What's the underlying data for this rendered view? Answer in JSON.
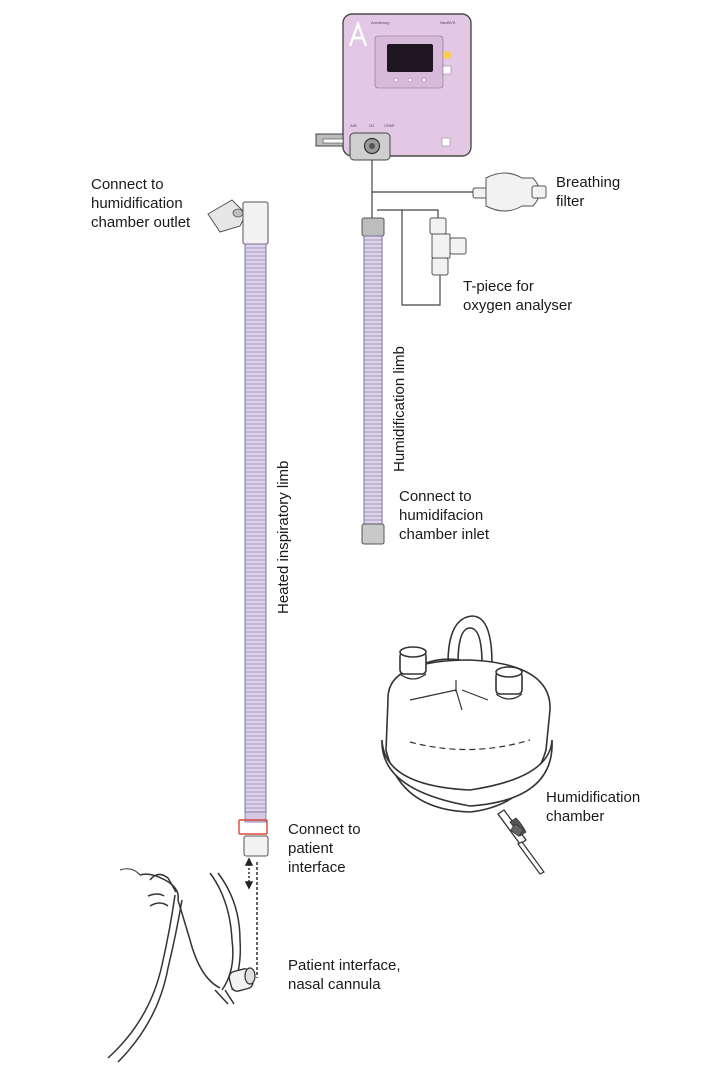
{
  "device": {
    "brand": "Armstrong",
    "model": "NeoBVS",
    "port_labels": [
      "AIR",
      "O2",
      "CPAP"
    ]
  },
  "labels": {
    "connect_outlet": "Connect to\nhumidification\nchamber outlet",
    "breathing_filter": "Breathing\nfilter",
    "t_piece": "T-piece for\noxygen analyser",
    "humidification_limb": "Humidification limb",
    "heated_limb": "Heated inspiratory limb",
    "connect_inlet": "Connect to\nhumidifacion\nchamber inlet",
    "connect_patient": "Connect to\npatient\ninterface",
    "humidification_chamber": "Humidification\nchamber",
    "patient_interface": "Patient interface,\nnasal cannula"
  },
  "colors": {
    "device_body": "#e2c8e4",
    "tube_fill": "#ddd4ec",
    "tube_rib": "#8f84ad",
    "connector_grey": "#c9c9c9",
    "outline": "#333333",
    "indicator_yellow": "#f7d046",
    "display": "#1d1520",
    "clamp_red": "#d8463c"
  }
}
